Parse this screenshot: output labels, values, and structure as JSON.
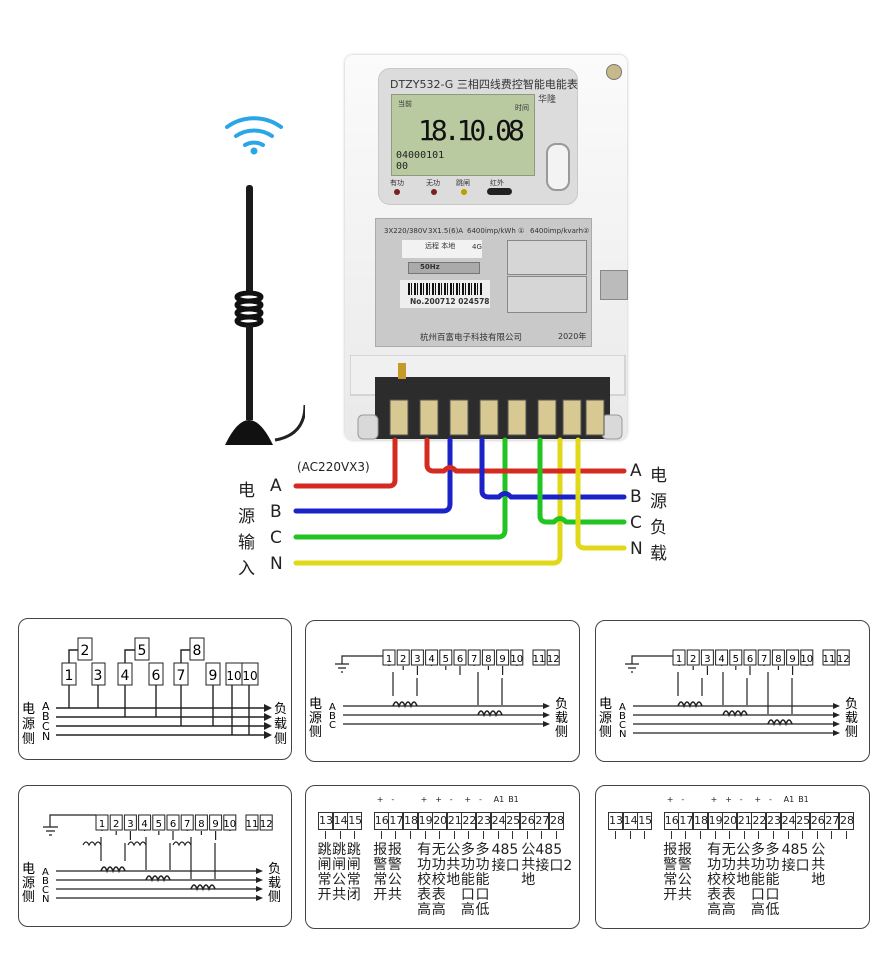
{
  "meter": {
    "model": "DTZY532-G 三相四线费控智能电能表",
    "brand": "华隆",
    "lcd": {
      "main": "18.10.08",
      "label_current": "当前",
      "label_time": "时间",
      "code": "04000101",
      "sub": "00"
    },
    "indicators": [
      "有功",
      "无功",
      "跳闸",
      "红外"
    ],
    "specs": [
      "3X220/380V",
      "3X1.5(6)A",
      "6400imp/kWh ①",
      "6400imp/kvarh②"
    ],
    "mode": "远程 本地",
    "network": "4G",
    "frequency": "50Hz",
    "serial": "No.200712 024578",
    "manufacturer": "杭州百富电子科技有限公司",
    "year": "2020年"
  },
  "wiring": {
    "voltage_note": "(AC220VX3)",
    "input_title": [
      "电",
      "源",
      "输",
      "入"
    ],
    "output_title": [
      "电",
      "源",
      "负",
      "载"
    ],
    "phases": [
      "A",
      "B",
      "C",
      "N"
    ],
    "colors": {
      "A": "#d42a20",
      "B": "#1a22c8",
      "C": "#22c422",
      "N": "#e0d818"
    }
  },
  "diagrams": {
    "source_side": [
      "电",
      "源",
      "侧"
    ],
    "load_side": [
      "负",
      "载",
      "侧"
    ],
    "phases": [
      "A",
      "B",
      "C",
      "N"
    ],
    "phases3": [
      "A",
      "B",
      "C"
    ],
    "d1_terminals": [
      "1",
      "2",
      "3",
      "4",
      "5",
      "6",
      "7",
      "8",
      "9",
      "10",
      "10"
    ],
    "main_terminals": [
      "1",
      "2",
      "3",
      "4",
      "5",
      "6",
      "7",
      "8",
      "9",
      "10",
      "11",
      "12"
    ],
    "aux_full": {
      "terminals": [
        "13",
        "14",
        "15",
        "16",
        "17",
        "18",
        "19",
        "20",
        "21",
        "22",
        "23",
        "24",
        "25",
        "26",
        "27",
        "28"
      ],
      "signs": {
        "16": "+",
        "17": "-",
        "19": "+",
        "20": "+",
        "21": "-",
        "22": "+",
        "23": "-",
        "24": "A1",
        "25": "B1"
      },
      "captions": [
        {
          "t": "13",
          "text": "跳闸常开"
        },
        {
          "t": "14",
          "text": "跳闸公共"
        },
        {
          "t": "15",
          "text": "跳闸常闭"
        },
        {
          "t": "16",
          "text": "报警常开"
        },
        {
          "t": "17",
          "text": "报警公共"
        },
        {
          "t": "19",
          "text": "有功校表高"
        },
        {
          "t": "20",
          "text": "无功校表高"
        },
        {
          "t": "21",
          "text": "公共地"
        },
        {
          "t": "22",
          "text": "多功能口高"
        },
        {
          "t": "23",
          "text": "多功能口低"
        },
        {
          "t": "26",
          "text": "公共地"
        }
      ],
      "h_captions": [
        {
          "t": "24",
          "text": "485",
          "text2": "接口"
        },
        {
          "t": "27",
          "text": "485",
          "text2": "接口2"
        }
      ]
    },
    "aux_basic": {
      "terminals": [
        "13",
        "14",
        "15",
        "16",
        "17",
        "18",
        "19",
        "20",
        "21",
        "22",
        "23",
        "24",
        "25",
        "26",
        "27",
        "28"
      ],
      "signs": {
        "16": "+",
        "17": "-",
        "19": "+",
        "20": "+",
        "21": "-",
        "22": "+",
        "23": "-",
        "24": "A1",
        "25": "B1"
      },
      "captions": [
        {
          "t": "16",
          "text": "报警常开"
        },
        {
          "t": "17",
          "text": "报警公共"
        },
        {
          "t": "19",
          "text": "有功校表高"
        },
        {
          "t": "20",
          "text": "无功校表高"
        },
        {
          "t": "21",
          "text": "公共地"
        },
        {
          "t": "22",
          "text": "多功能口高"
        },
        {
          "t": "23",
          "text": "多功能口低"
        },
        {
          "t": "26",
          "text": "公共地"
        }
      ],
      "h_captions": [
        {
          "t": "24",
          "text": "485",
          "text2": "接口"
        }
      ]
    }
  }
}
